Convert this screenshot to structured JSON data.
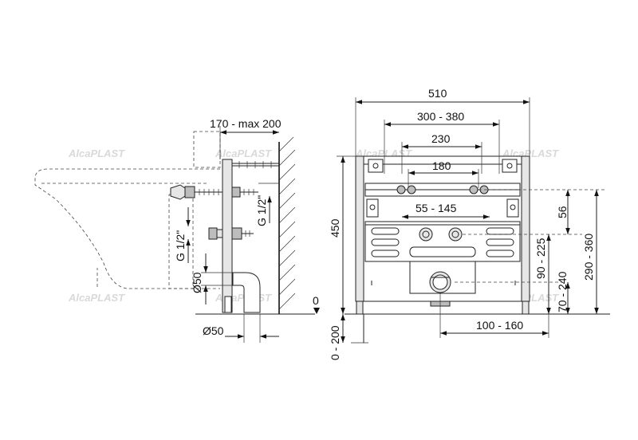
{
  "watermark": "AlcaPLAST",
  "side_view": {
    "depth_label": "170 - max 200",
    "thread_upper": "G 1/2\"",
    "thread_lower": "G 1/2\"",
    "pipe_dia_upper": "Ø50",
    "pipe_dia_lower": "Ø50"
  },
  "front_view": {
    "total_width": "510",
    "height": "450",
    "width_range_1": "300 - 380",
    "width_range_2": "230",
    "inlet_spacing": "180",
    "outlet_spacing": "55 - 145",
    "v_dim_56": "56",
    "v_dim_90_225": "90 - 225",
    "v_dim_70_240": "70 - 240",
    "v_dim_290_360": "290 - 360",
    "offset_100_160": "100 - 160",
    "floor_adjust": "0 - 200",
    "zero_mark": "0"
  }
}
